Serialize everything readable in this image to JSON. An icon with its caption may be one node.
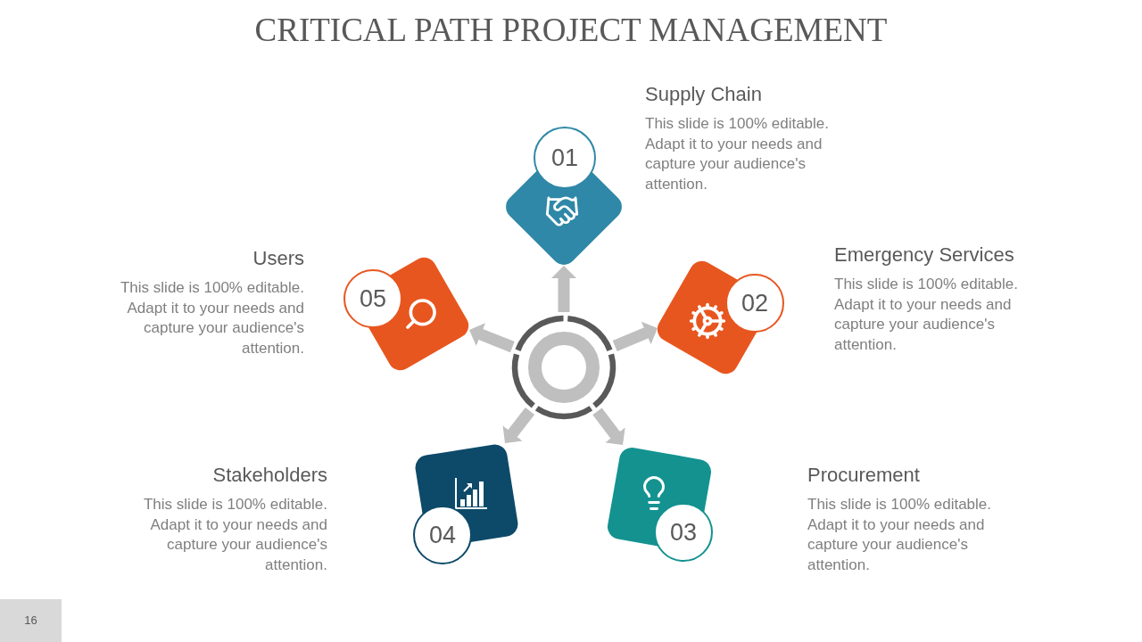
{
  "diagram": {
    "title": "CRITICAL PATH PROJECT MANAGEMENT",
    "nodes": [
      {
        "text": [],
        "shape": "circle"
      },
      {
        "text": [
          "01"
        ],
        "beside": [
          "Supply Chain",
          "This slide is 100% editable. Adapt it to your needs and capture your audience's attention."
        ]
      },
      {
        "text": [
          "02"
        ],
        "beside": [
          "Emergency Services",
          "This slide is 100% editable. Adapt it to your needs and capture your audience's attention."
        ]
      },
      {
        "text": [
          "03"
        ],
        "beside": [
          "Procurement",
          "This slide is 100% editable. Adapt it to your needs and capture your audience's attention."
        ]
      },
      {
        "text": [
          "04"
        ],
        "beside": [
          "Stakeholders",
          "This slide is 100% editable. Adapt it to your needs and capture your audience's attention."
        ]
      },
      {
        "text": [
          "05"
        ],
        "beside": [
          "Users",
          "This slide is 100% editable. Adapt it to your needs and capture your audience's attention."
        ]
      }
    ],
    "edges": [
      {
        "from": 0,
        "to": 1,
        "arrow": "to"
      },
      {
        "from": 0,
        "to": 2,
        "arrow": "to"
      },
      {
        "from": 0,
        "to": 3,
        "arrow": "to"
      },
      {
        "from": 0,
        "to": 4,
        "arrow": "to"
      },
      {
        "from": 0,
        "to": 5,
        "arrow": "to"
      }
    ],
    "labels": [
      "16"
    ]
  }
}
